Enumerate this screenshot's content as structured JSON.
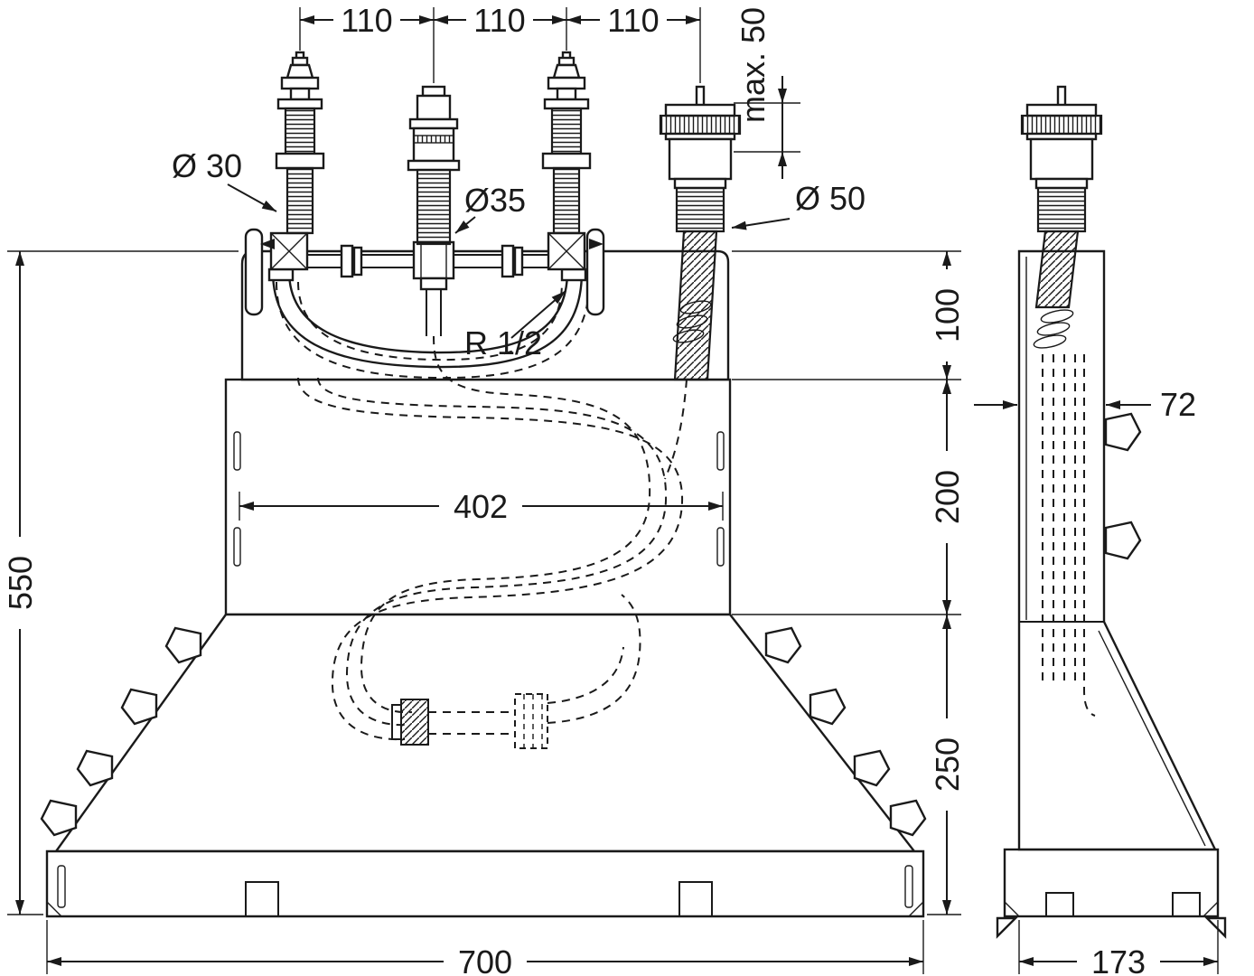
{
  "drawing": {
    "labels": {
      "spacing_1": "110",
      "spacing_2": "110",
      "spacing_3": "110",
      "max_depth": "max. 50",
      "dia_small": "Ø 30",
      "dia_mid": "Ø35",
      "dia_large": "Ø 50",
      "thread_size": "R 1/2",
      "total_height": "550",
      "upper_zone": "100",
      "mid_zone": "200",
      "lower_zone": "250",
      "anchor_span": "402",
      "total_width": "700",
      "side_width": "72",
      "base_depth": "173"
    }
  }
}
